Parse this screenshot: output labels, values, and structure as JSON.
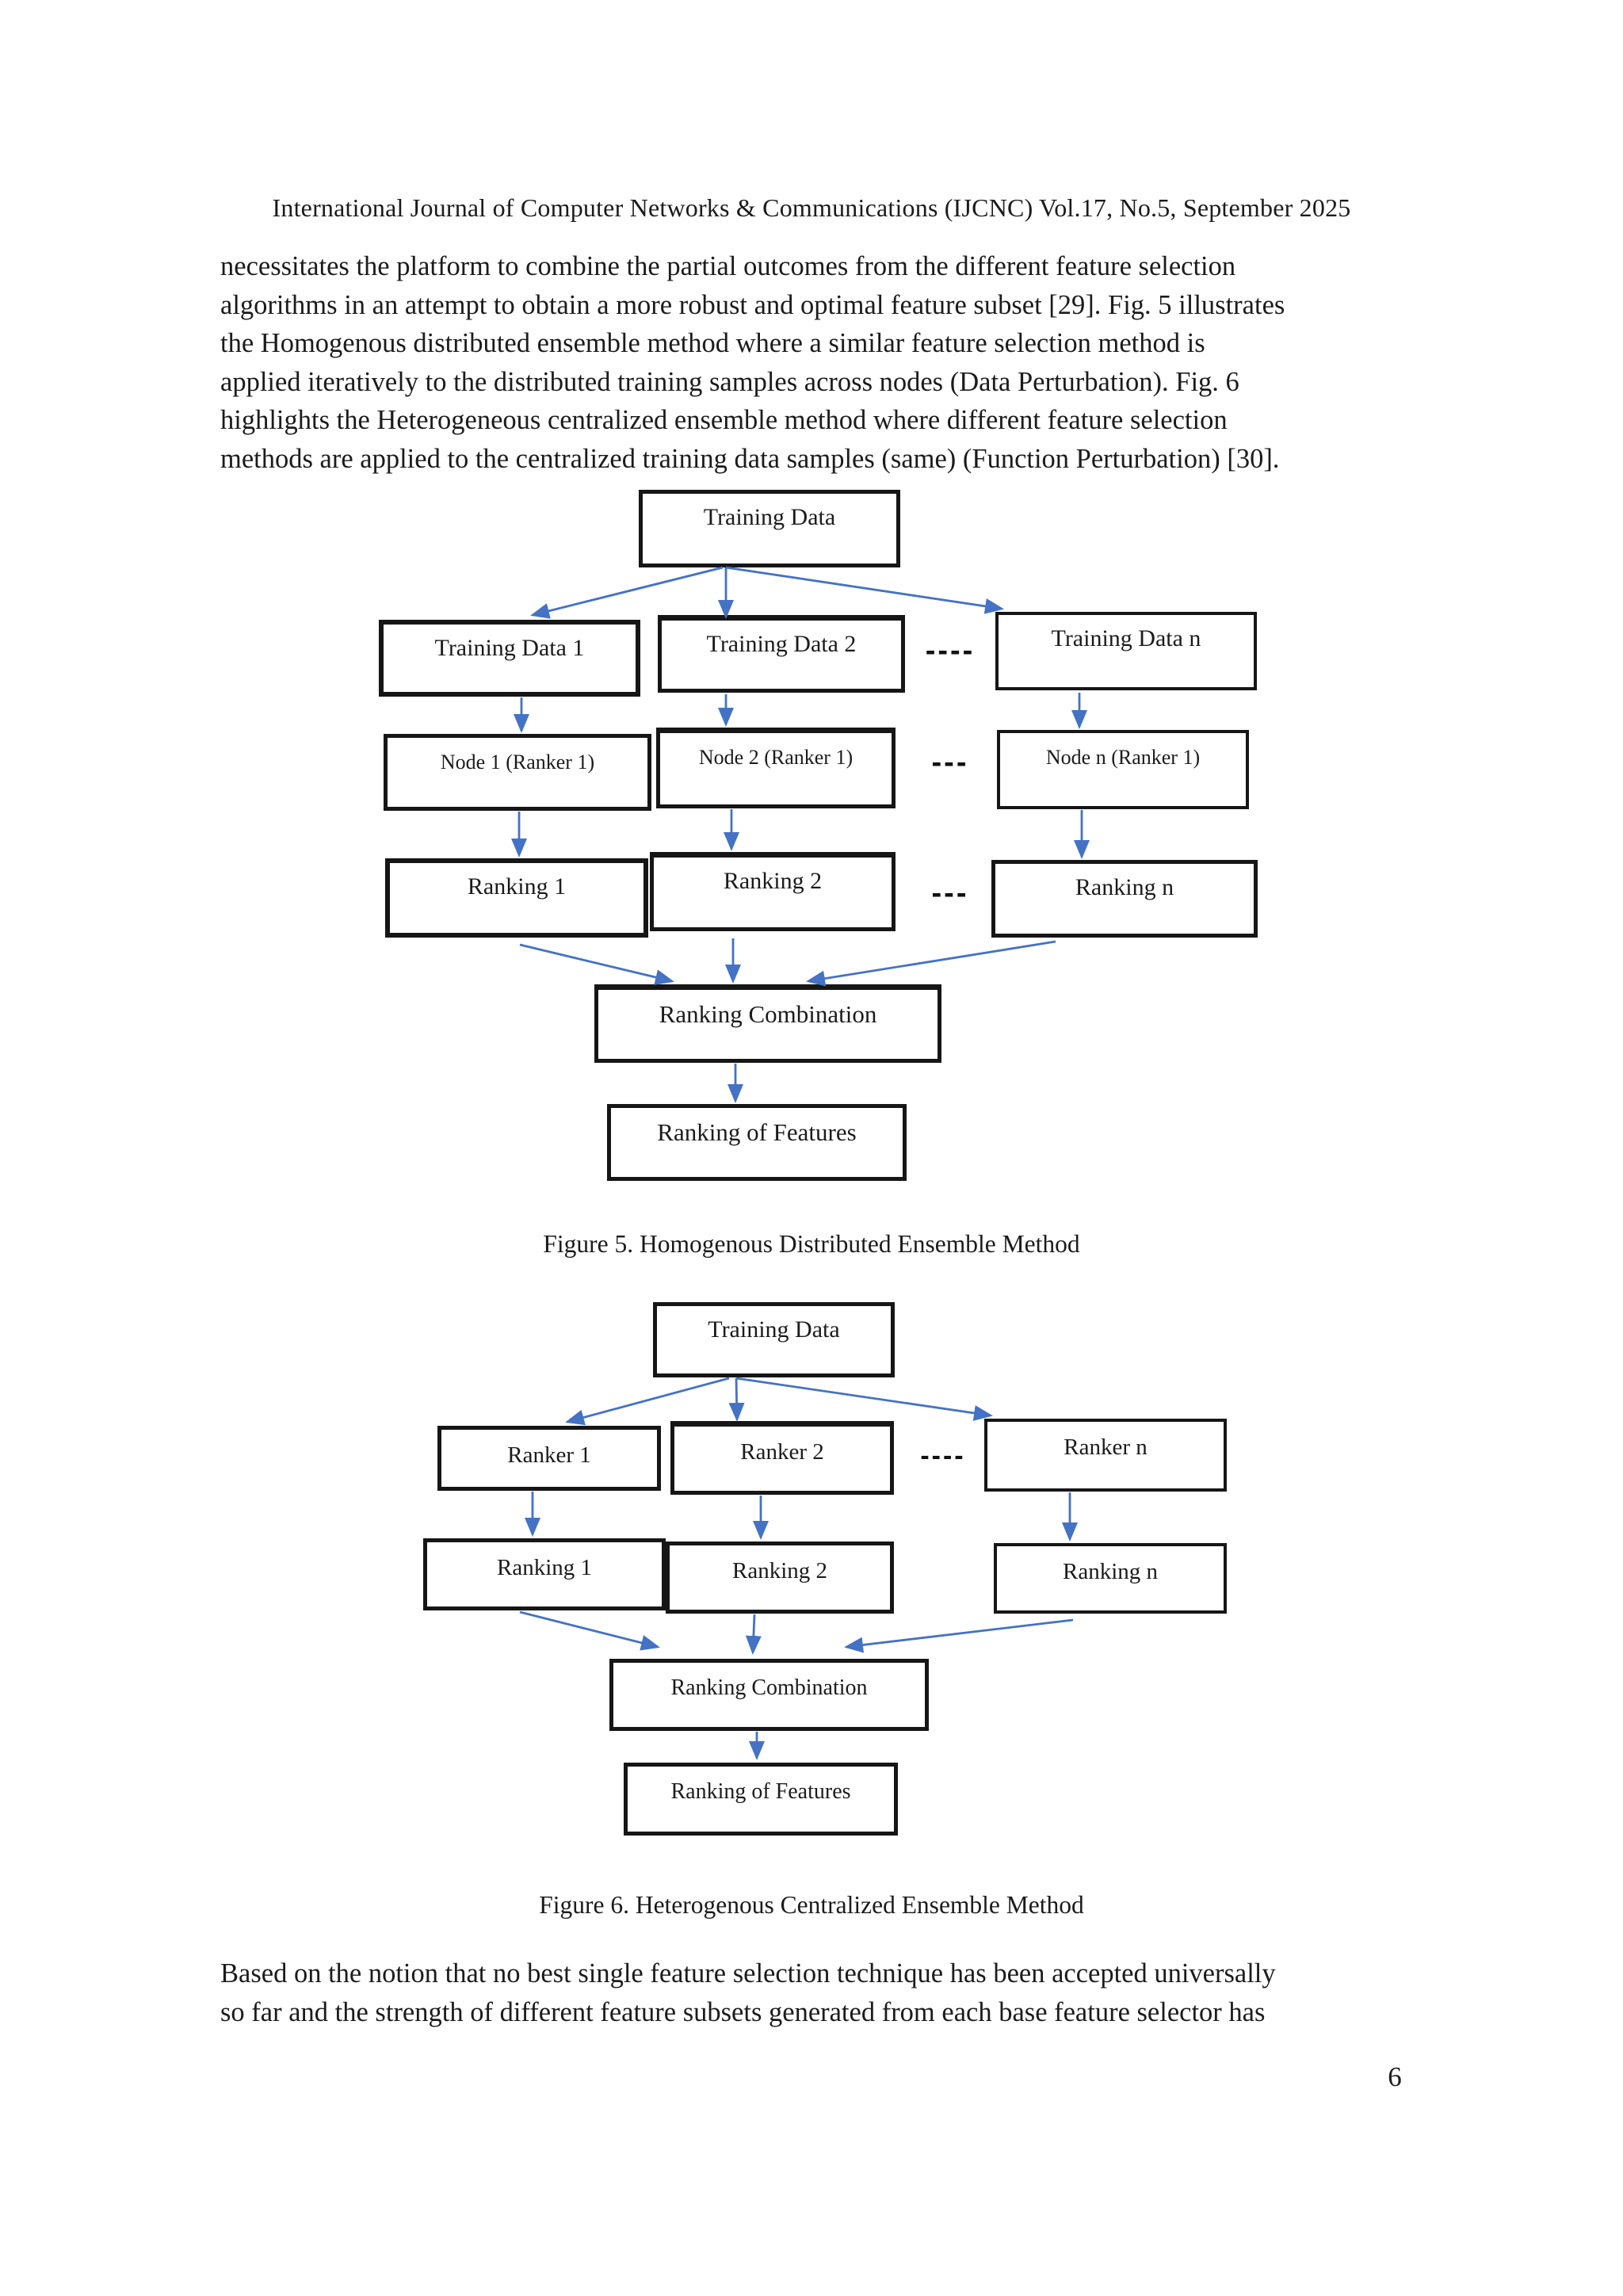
{
  "page": {
    "header": "International Journal of Computer Networks & Communications (IJCNC) Vol.17, No.5, September 2025",
    "page_number": "6"
  },
  "paragraph1": {
    "lines": [
      "necessitates the platform to combine the partial outcomes from the different feature selection",
      "algorithms in an attempt to obtain a more robust and optimal feature subset [29]. Fig. 5 illustrates",
      "the Homogenous distributed ensemble method where a similar feature selection method is",
      "applied iteratively to the distributed training samples across nodes (Data Perturbation). Fig. 6",
      "highlights the Heterogeneous centralized ensemble method where different feature selection",
      "methods are applied to the centralized training data samples (same) (Function Perturbation) [30]."
    ]
  },
  "paragraph2": {
    "lines": [
      "Based on the notion that no best single feature selection technique has been accepted universally",
      "so far and the strength of different feature subsets generated from each base feature selector has"
    ]
  },
  "figure5": {
    "caption": "Figure 5. Homogenous Distributed Ensemble Method",
    "boxes": {
      "training_data": "Training Data",
      "training_data_1": "Training Data 1",
      "training_data_2": "Training Data 2",
      "training_data_n": "Training Data n",
      "node_1": "Node 1 (Ranker 1)",
      "node_2": "Node 2 (Ranker 1)",
      "node_n": "Node n (Ranker 1)",
      "ranking_1": "Ranking 1",
      "ranking_2": "Ranking 2",
      "ranking_n": "Ranking n",
      "ranking_combination": "Ranking Combination",
      "ranking_of_features": "Ranking of Features"
    },
    "dashes": {
      "row1": "----",
      "row2": "---",
      "row3": "---"
    }
  },
  "figure6": {
    "caption": "Figure 6. Heterogenous Centralized Ensemble Method",
    "boxes": {
      "training_data": "Training Data",
      "ranker_1": "Ranker 1",
      "ranker_2": "Ranker 2",
      "ranker_n": "Ranker n",
      "ranking_1": "Ranking 1",
      "ranking_2": "Ranking 2",
      "ranking_n": "Ranking n",
      "ranking_combination": "Ranking Combination",
      "ranking_of_features": "Ranking of Features"
    },
    "dashes": {
      "row1": "----"
    }
  },
  "colors": {
    "arrow_blue": "#4472C4",
    "text": "#1b1b1b",
    "box_border": "#161616"
  }
}
